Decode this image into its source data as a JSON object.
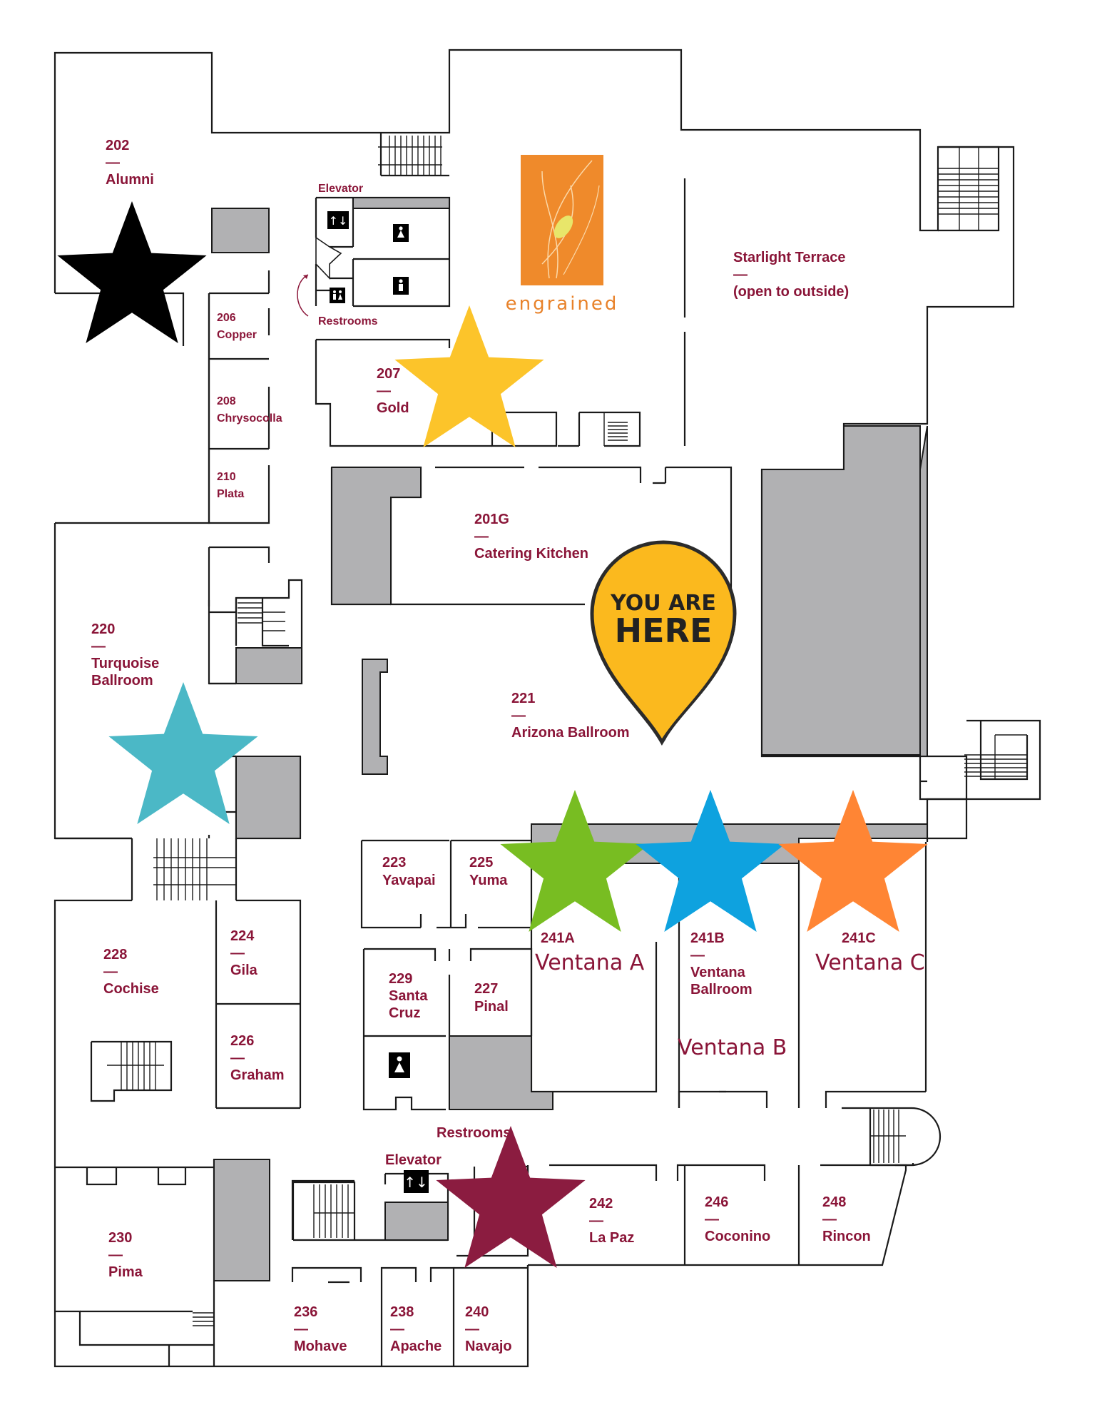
{
  "rooms": [
    {
      "id": "r202",
      "number": "202",
      "name": "Alumni"
    },
    {
      "id": "r206",
      "number": "206",
      "name": "Copper"
    },
    {
      "id": "r208",
      "number": "208",
      "name": "Chrysocolla"
    },
    {
      "id": "r210",
      "number": "210",
      "name": "Plata"
    },
    {
      "id": "r207",
      "number": "207",
      "name": "Gold"
    },
    {
      "id": "r201g",
      "number": "201G",
      "name": "Catering Kitchen"
    },
    {
      "id": "r220",
      "number": "220",
      "name": "Turquoise",
      "name2": "Ballroom"
    },
    {
      "id": "r221",
      "number": "221",
      "name": "Arizona Ballroom"
    },
    {
      "id": "r223",
      "number": "223",
      "name": "Yavapai"
    },
    {
      "id": "r225",
      "number": "225",
      "name": "Yuma"
    },
    {
      "id": "r228",
      "number": "228",
      "name": "Cochise"
    },
    {
      "id": "r224",
      "number": "224",
      "name": "Gila"
    },
    {
      "id": "r226",
      "number": "226",
      "name": "Graham"
    },
    {
      "id": "r229",
      "number": "229",
      "name": "Santa",
      "name2": "Cruz"
    },
    {
      "id": "r227",
      "number": "227",
      "name": "Pinal"
    },
    {
      "id": "r241a",
      "number": "241A",
      "name": "Ventana A"
    },
    {
      "id": "r241b",
      "number": "241B",
      "name": "Ventana",
      "name2": "Ballroom"
    },
    {
      "id": "r241c",
      "number": "241C",
      "name": "Ventana C"
    },
    {
      "id": "r230",
      "number": "230",
      "name": "Pima"
    },
    {
      "id": "r236",
      "number": "236",
      "name": "Mohave"
    },
    {
      "id": "r238",
      "number": "238",
      "name": "Apache"
    },
    {
      "id": "r240",
      "number": "240",
      "name": "Navajo"
    },
    {
      "id": "r242",
      "number": "242",
      "name": "La Paz"
    },
    {
      "id": "r246",
      "number": "246",
      "name": "Coconino"
    },
    {
      "id": "r248",
      "number": "248",
      "name": "Rincon"
    }
  ],
  "starlight": {
    "name": "Starlight Terrace",
    "note": "(open to outside)"
  },
  "dash": "—",
  "ventana_b": "Ventana B",
  "labels": {
    "elevator_top": "Elevator",
    "restrooms_top": "Restrooms",
    "elevator_bottom": "Elevator",
    "restrooms_bottom": "Restrooms"
  },
  "logo": {
    "text": "engrained"
  },
  "you_are_here": {
    "line1": "YOU ARE",
    "line2": "HERE"
  },
  "colors": {
    "label": "#8a1538",
    "grey_block": "#b1b1b3",
    "you_are_here": "#fbb91e",
    "logo_orange": "#ef8a2b"
  },
  "stars": [
    {
      "name": "black-star",
      "color": "#000000",
      "room": "Alumni"
    },
    {
      "name": "yellow-star",
      "color": "#fcc42a",
      "room": "Gold"
    },
    {
      "name": "teal-star",
      "color": "#4bb8c6",
      "room": "Turquoise Ballroom"
    },
    {
      "name": "green-star",
      "color": "#78bd22",
      "room": "Ventana A"
    },
    {
      "name": "blue-star",
      "color": "#0ea2df",
      "room": "Ventana B"
    },
    {
      "name": "orange-star",
      "color": "#ff8534",
      "room": "Ventana C"
    },
    {
      "name": "maroon-star",
      "color": "#8b1c40",
      "room": "Restrooms"
    }
  ]
}
